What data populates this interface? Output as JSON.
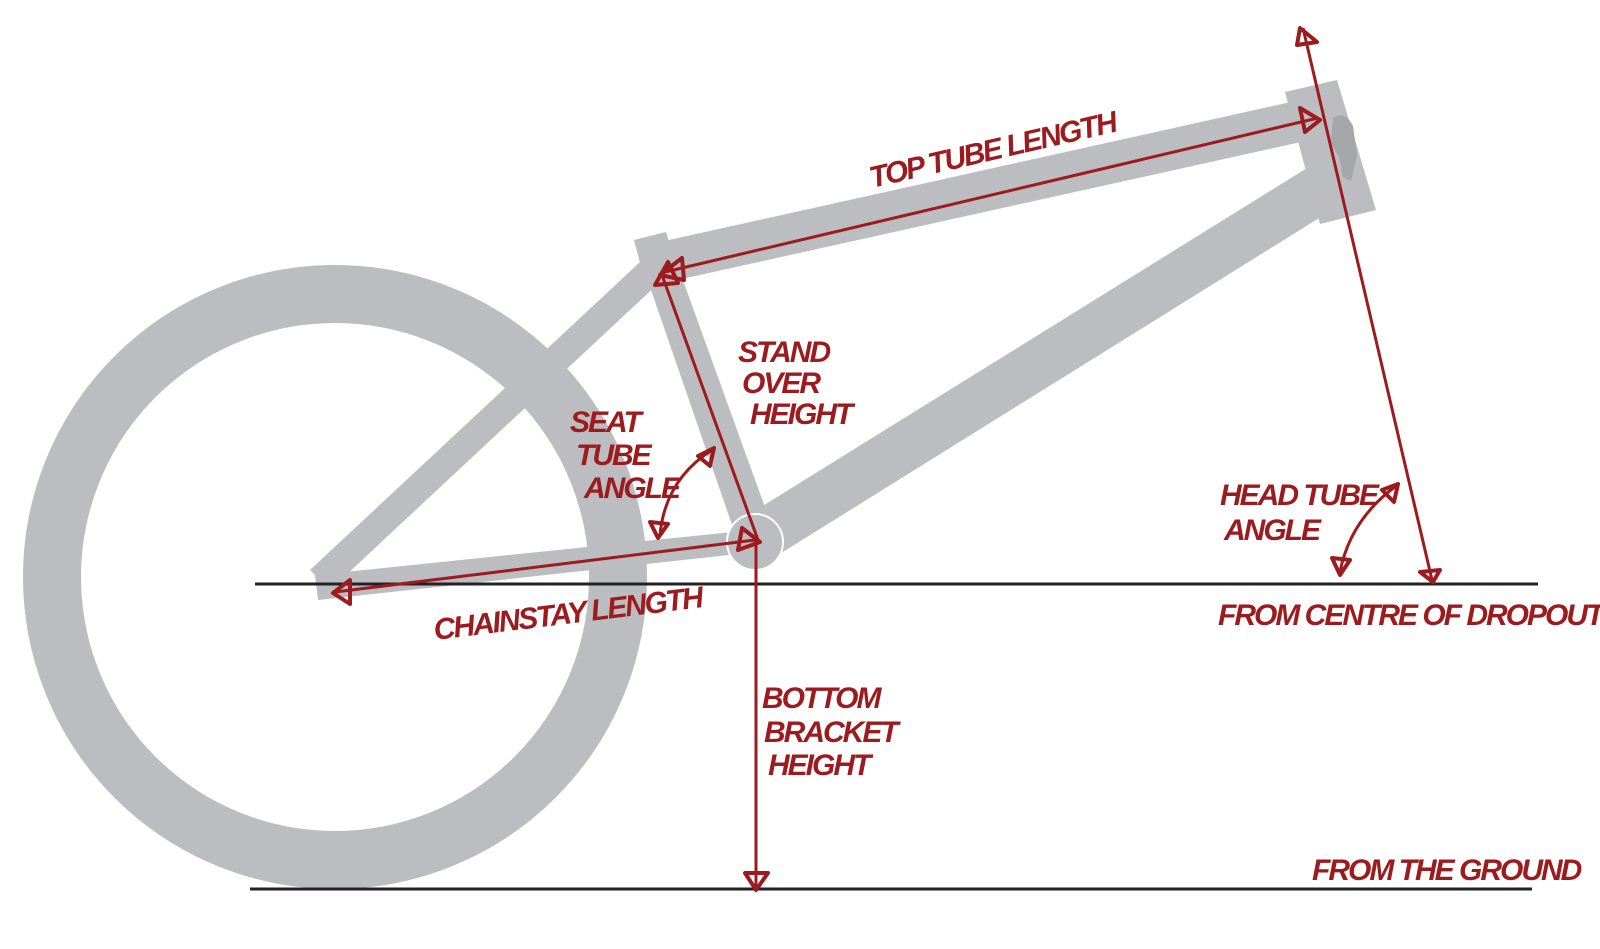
{
  "title": "Bike frame geometry diagram",
  "labels": {
    "top_tube_length": "TOP TUBE LENGTH",
    "stand_over_height": [
      "STAND",
      "OVER",
      "HEIGHT"
    ],
    "seat_tube_angle": [
      "SEAT",
      "TUBE",
      "ANGLE"
    ],
    "head_tube_angle": [
      "HEAD TUBE",
      "ANGLE"
    ],
    "chainstay_length": "CHAINSTAY LENGTH",
    "bottom_bracket_height": [
      "BOTTOM",
      "BRACKET",
      "HEIGHT"
    ],
    "from_centre_of_dropout": "FROM CENTRE OF DROPOUT",
    "from_the_ground": "FROM THE GROUND"
  },
  "colors": {
    "frame": "#bcbdc0",
    "annotation": "#9b1b1f",
    "ground": "#222222"
  }
}
